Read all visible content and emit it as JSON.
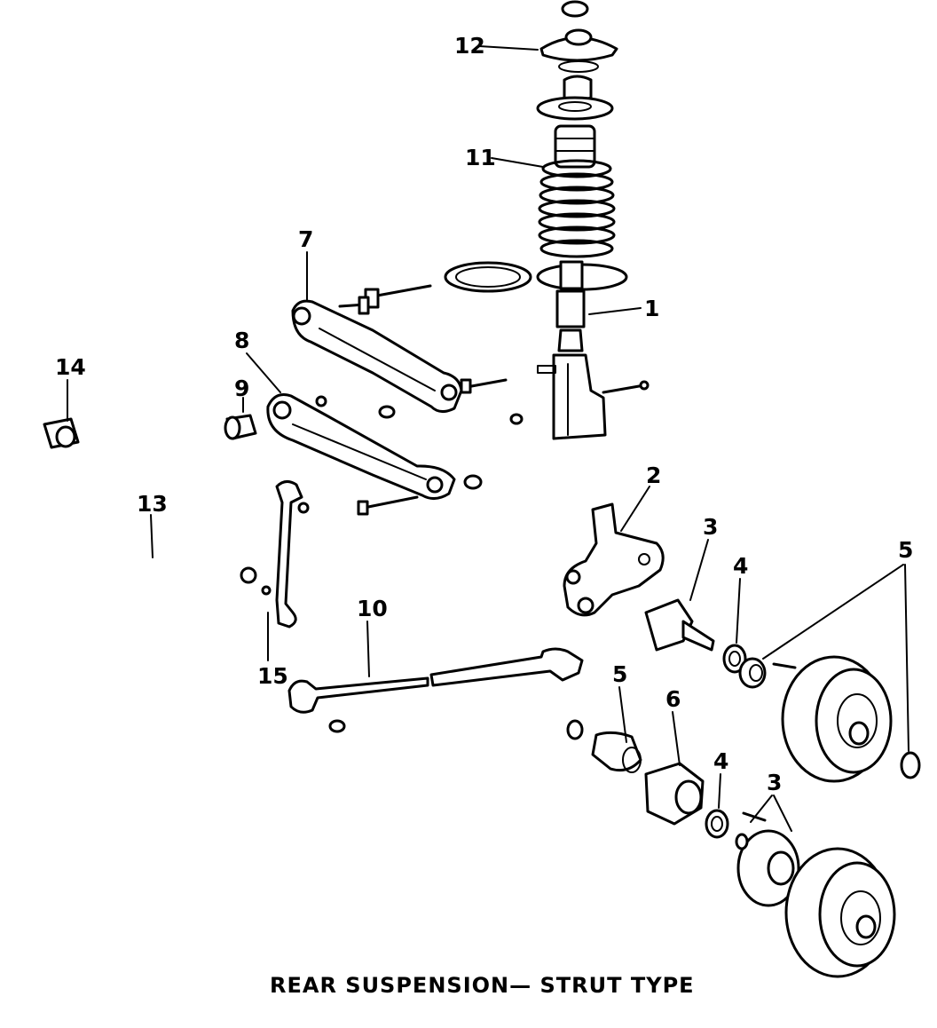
{
  "caption": "REAR SUSPENSION— STRUT TYPE",
  "callouts": {
    "c1": "1",
    "c2": "2",
    "c3a": "3",
    "c3b": "3",
    "c4a": "4",
    "c4b": "4",
    "c5a": "5",
    "c5b": "5",
    "c6": "6",
    "c7": "7",
    "c8": "8",
    "c9": "9",
    "c10": "10",
    "c11": "11",
    "c12": "12",
    "c13": "13",
    "c14": "14",
    "c15": "15"
  }
}
